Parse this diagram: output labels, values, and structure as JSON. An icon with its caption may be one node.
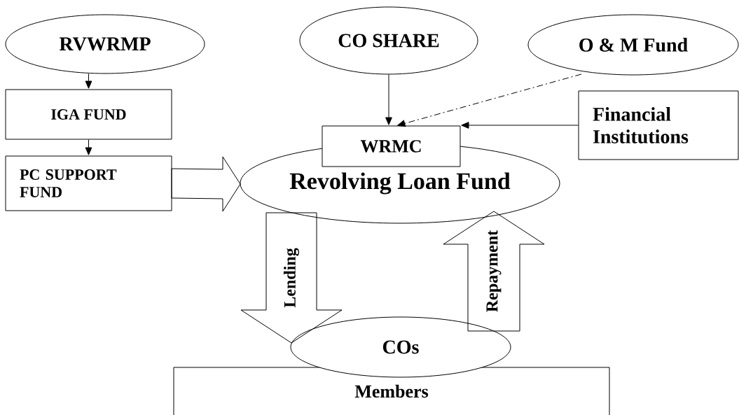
{
  "diagram": {
    "nodes": [
      {
        "text": [
          "RVWRMP"
        ]
      },
      {
        "text": [
          "IGA FUND"
        ]
      },
      {
        "text": [
          "PC SUPPORT FUND"
        ]
      },
      {
        "text": [
          "CO SHARE"
        ]
      },
      {
        "text": [
          "O & M Fund"
        ]
      },
      {
        "text": [
          "Financial Institutions"
        ]
      },
      {
        "text": [
          "Revolving Loan Fund"
        ]
      },
      {
        "text": [
          "WRMC"
        ]
      },
      {
        "text": [
          "COs"
        ]
      },
      {
        "text": [
          "Members"
        ]
      }
    ],
    "edges": [
      {
        "from": 0,
        "to": 1,
        "arrow": "to"
      },
      {
        "from": 1,
        "to": 2,
        "arrow": "to"
      },
      {
        "from": 2,
        "to": 6,
        "arrow": "to",
        "style": "thick"
      },
      {
        "from": 3,
        "to": 7,
        "arrow": "to"
      },
      {
        "from": 4,
        "to": 7,
        "arrow": "to",
        "style": "dashed"
      },
      {
        "from": 5,
        "to": 7,
        "arrow": "to"
      },
      {
        "from": 6,
        "to": 8,
        "arrow": "to",
        "style": "thick",
        "label": "Lending"
      },
      {
        "from": 8,
        "to": 6,
        "arrow": "to",
        "style": "thick",
        "label": "Repayment"
      }
    ]
  }
}
